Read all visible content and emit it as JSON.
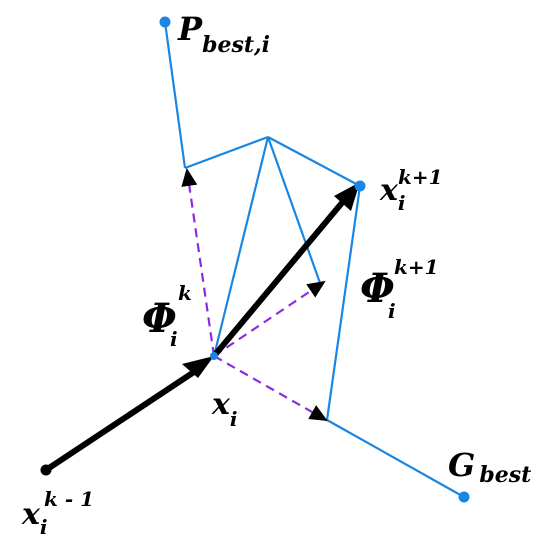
{
  "colors": {
    "blue": "#1a86e3",
    "purple": "#8a2be2",
    "black": "#000000"
  },
  "labels": {
    "p_main": "P",
    "p_sub": "best,i",
    "g_main": "G",
    "g_sub": "best",
    "xk1_main": "x",
    "xk1_sub": "i",
    "xk1_sup": "k+1",
    "xkm1_main": "x",
    "xkm1_sub": "i",
    "xkm1_sup": "k - 1",
    "xi_main": "x",
    "xi_sub": "i",
    "phik_main": "Φ",
    "phik_sub": "i",
    "phik_sup": "k",
    "phik1_main": "Φ",
    "phik1_sub": "i",
    "phik1_sup": "k+1"
  }
}
